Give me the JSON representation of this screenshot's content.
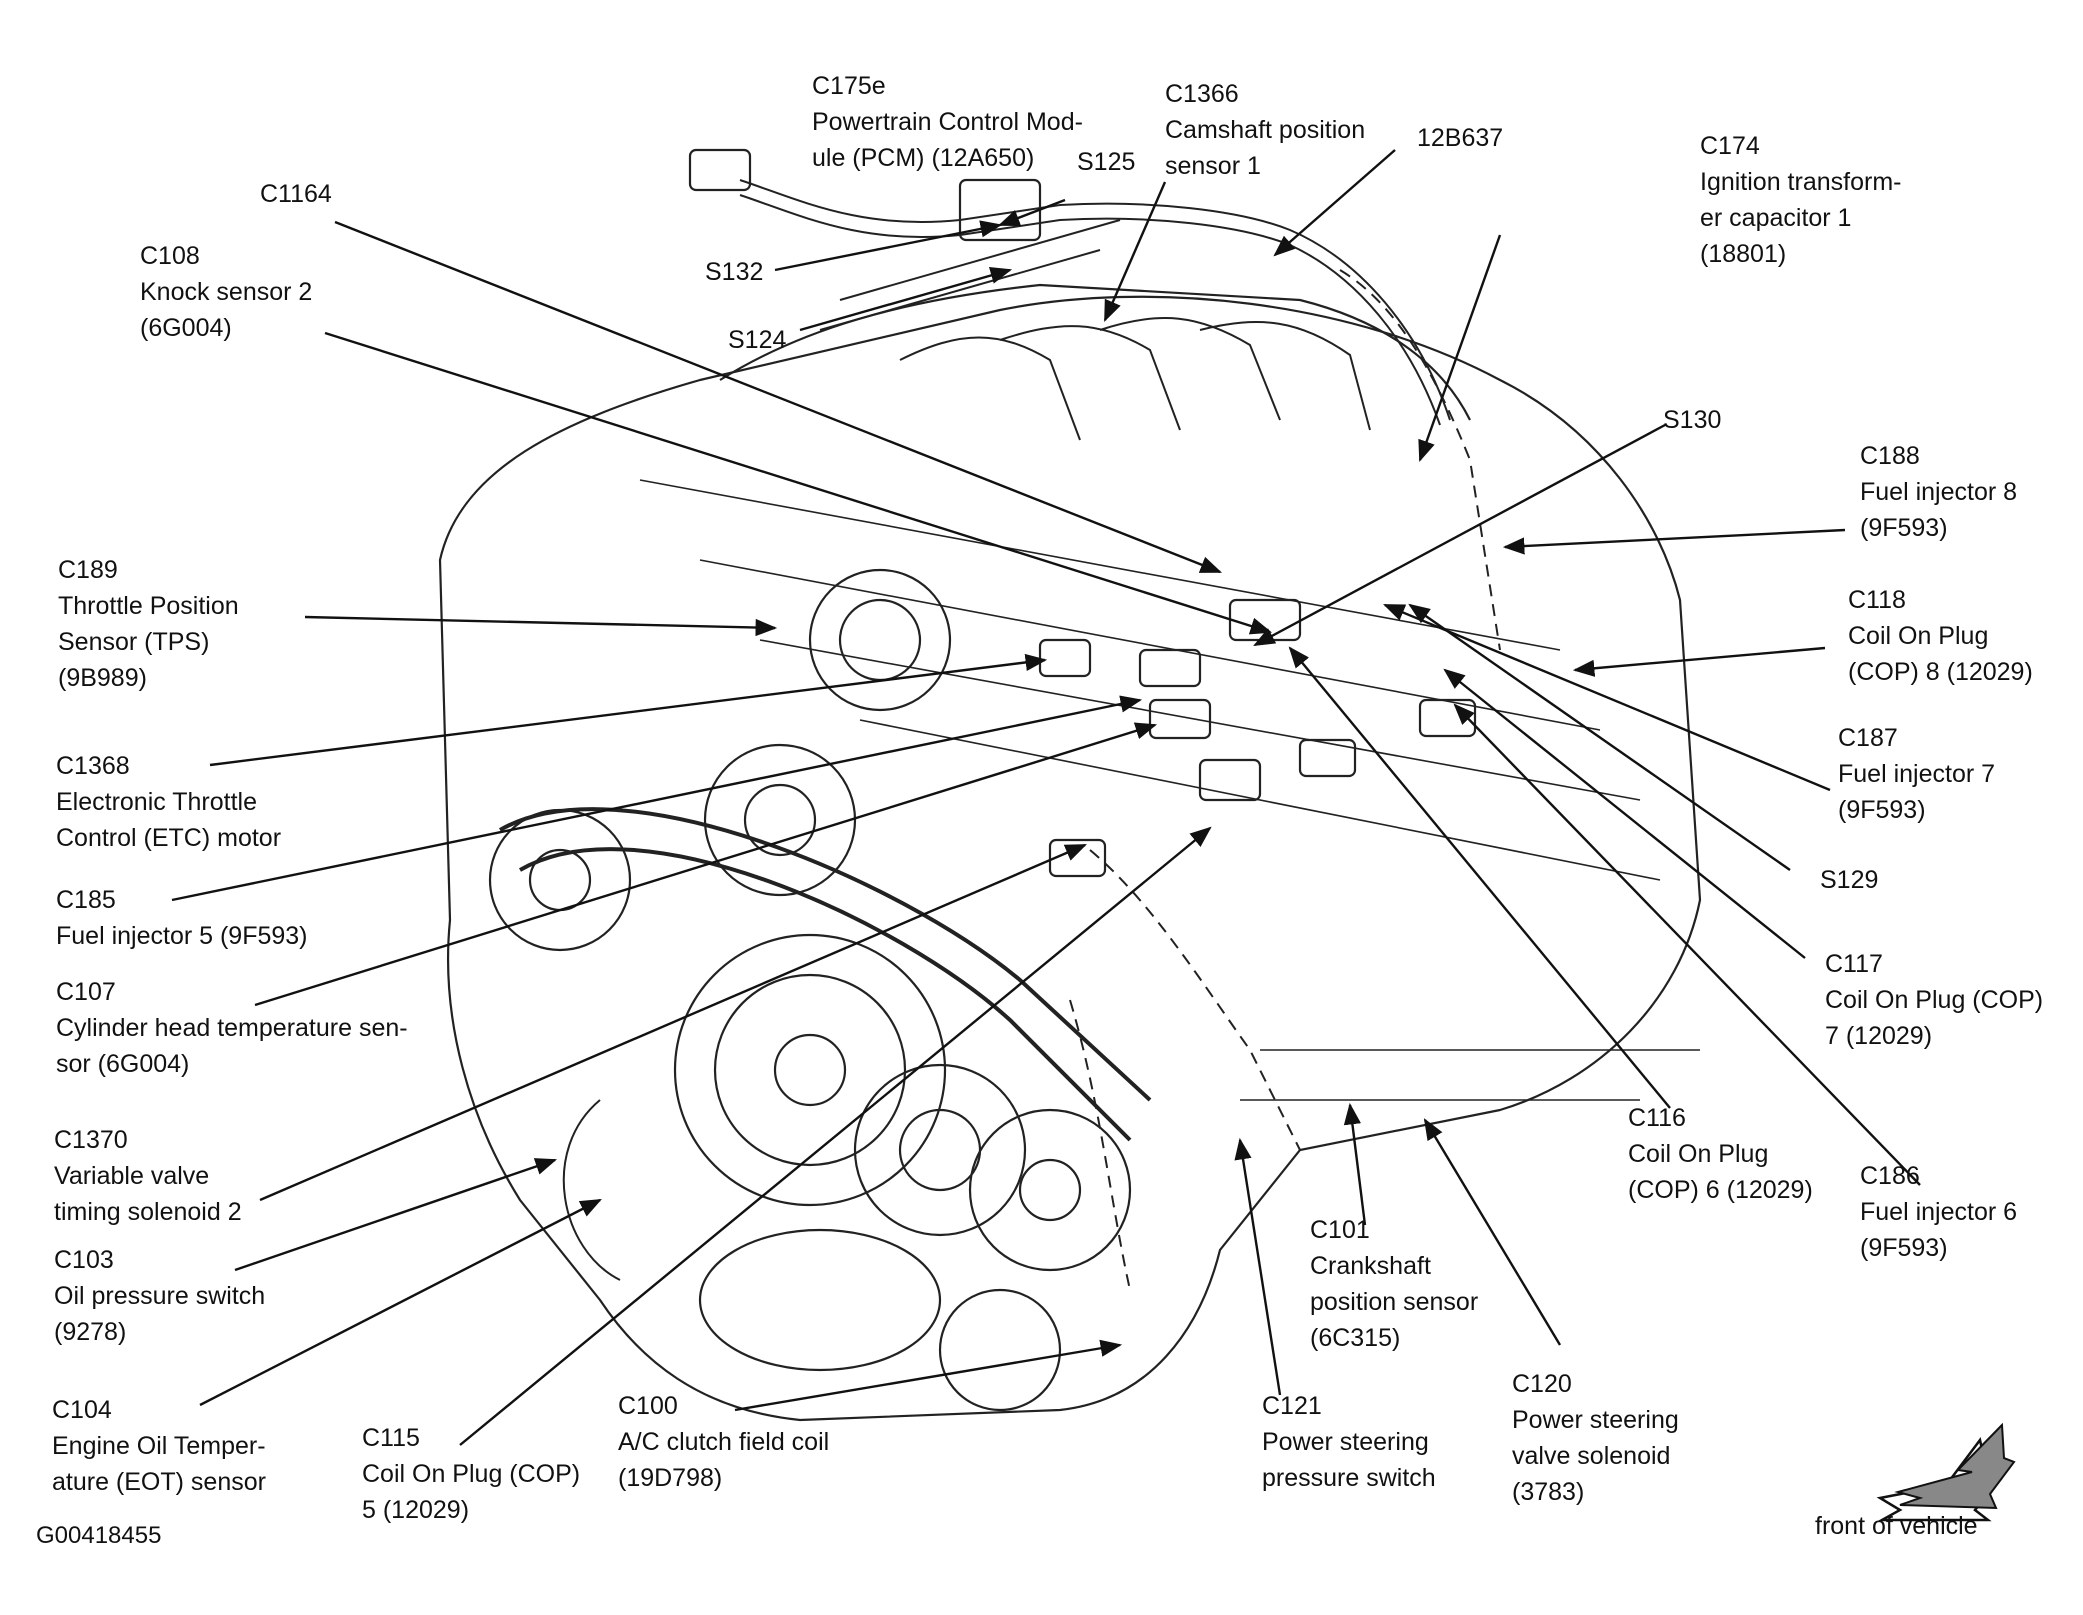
{
  "figure_id": "G00418455",
  "orientation_text": "front of vehicle",
  "callouts": [
    {
      "id": "c175e",
      "lines": [
        "C175e",
        "Powertrain Control Mod-",
        "ule (PCM) (12A650)"
      ]
    },
    {
      "id": "c1366",
      "lines": [
        "C1366",
        "Camshaft position",
        "sensor 1"
      ]
    },
    {
      "id": "12b637",
      "lines": [
        "12B637"
      ]
    },
    {
      "id": "c174",
      "lines": [
        "C174",
        "Ignition transform-",
        "er capacitor 1",
        "(18801)"
      ]
    },
    {
      "id": "s125",
      "lines": [
        "S125"
      ]
    },
    {
      "id": "c1164",
      "lines": [
        "C1164"
      ]
    },
    {
      "id": "c108",
      "lines": [
        "C108",
        "Knock sensor 2",
        "(6G004)"
      ]
    },
    {
      "id": "s132",
      "lines": [
        "S132"
      ]
    },
    {
      "id": "s124",
      "lines": [
        "S124"
      ]
    },
    {
      "id": "s130",
      "lines": [
        "S130"
      ]
    },
    {
      "id": "c188",
      "lines": [
        "C188",
        "Fuel injector 8",
        "(9F593)"
      ]
    },
    {
      "id": "c118",
      "lines": [
        "C118",
        "Coil On Plug",
        "(COP) 8 (12029)"
      ]
    },
    {
      "id": "c189",
      "lines": [
        "C189",
        "Throttle Position",
        "Sensor (TPS)",
        "(9B989)"
      ]
    },
    {
      "id": "c187",
      "lines": [
        "C187",
        "Fuel injector 7",
        "(9F593)"
      ]
    },
    {
      "id": "c1368",
      "lines": [
        "C1368",
        "Electronic Throttle",
        "Control (ETC) motor"
      ]
    },
    {
      "id": "s129",
      "lines": [
        "S129"
      ]
    },
    {
      "id": "c185",
      "lines": [
        "C185",
        "Fuel injector 5 (9F593)"
      ]
    },
    {
      "id": "c117",
      "lines": [
        "C117",
        "Coil On Plug (COP)",
        "7 (12029)"
      ]
    },
    {
      "id": "c107",
      "lines": [
        "C107",
        "Cylinder head temperature sen-",
        "sor (6G004)"
      ]
    },
    {
      "id": "c116",
      "lines": [
        "C116",
        "Coil On Plug",
        "(COP) 6 (12029)"
      ]
    },
    {
      "id": "c1370",
      "lines": [
        "C1370",
        "Variable valve",
        "timing solenoid 2"
      ]
    },
    {
      "id": "c186",
      "lines": [
        "C186",
        "Fuel injector 6",
        "(9F593)"
      ]
    },
    {
      "id": "c103",
      "lines": [
        "C103",
        "Oil pressure switch",
        "(9278)"
      ]
    },
    {
      "id": "c101",
      "lines": [
        "C101",
        "Crankshaft",
        "position sensor",
        "(6C315)"
      ]
    },
    {
      "id": "c104",
      "lines": [
        "C104",
        "Engine Oil Temper-",
        "ature (EOT) sensor"
      ]
    },
    {
      "id": "c100",
      "lines": [
        "C100",
        "A/C clutch field coil",
        "(19D798)"
      ]
    },
    {
      "id": "c115",
      "lines": [
        "C115",
        "Coil On Plug (COP)",
        "5 (12029)"
      ]
    },
    {
      "id": "c121",
      "lines": [
        "C121",
        "Power steering",
        "pressure switch"
      ]
    },
    {
      "id": "c120",
      "lines": [
        "C120",
        "Power steering",
        "valve solenoid",
        "(3783)"
      ]
    }
  ]
}
